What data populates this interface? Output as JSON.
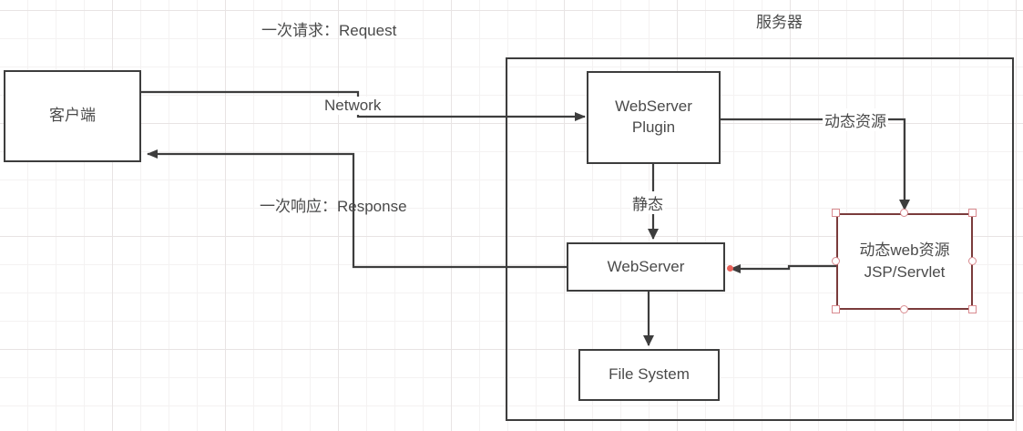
{
  "diagram": {
    "title_label": "服务器",
    "nodes": [
      {
        "id": "client",
        "label": "客户端"
      },
      {
        "id": "server",
        "label": ""
      },
      {
        "id": "plugin",
        "label": "WebServer\nPlugin"
      },
      {
        "id": "webserver",
        "label": "WebServer"
      },
      {
        "id": "filesystem",
        "label": "File System"
      },
      {
        "id": "dynamic_web",
        "label": "动态web资源\nJSP/Servlet"
      }
    ],
    "edge_labels": {
      "request": "一次请求：Request",
      "network": "Network",
      "response": "一次响应：Response",
      "dynamic_resource": "动态资源",
      "static": "静态"
    },
    "colors": {
      "stroke": "#3d3d3d",
      "text": "#4a4a4a",
      "selection": "#d98b90",
      "selected_shape_border": "#7a3b3b",
      "endpoint": "#e8625a",
      "grid_minor": "#f4f2f2",
      "grid_major": "#e8e4e4",
      "background": "#ffffff"
    }
  }
}
